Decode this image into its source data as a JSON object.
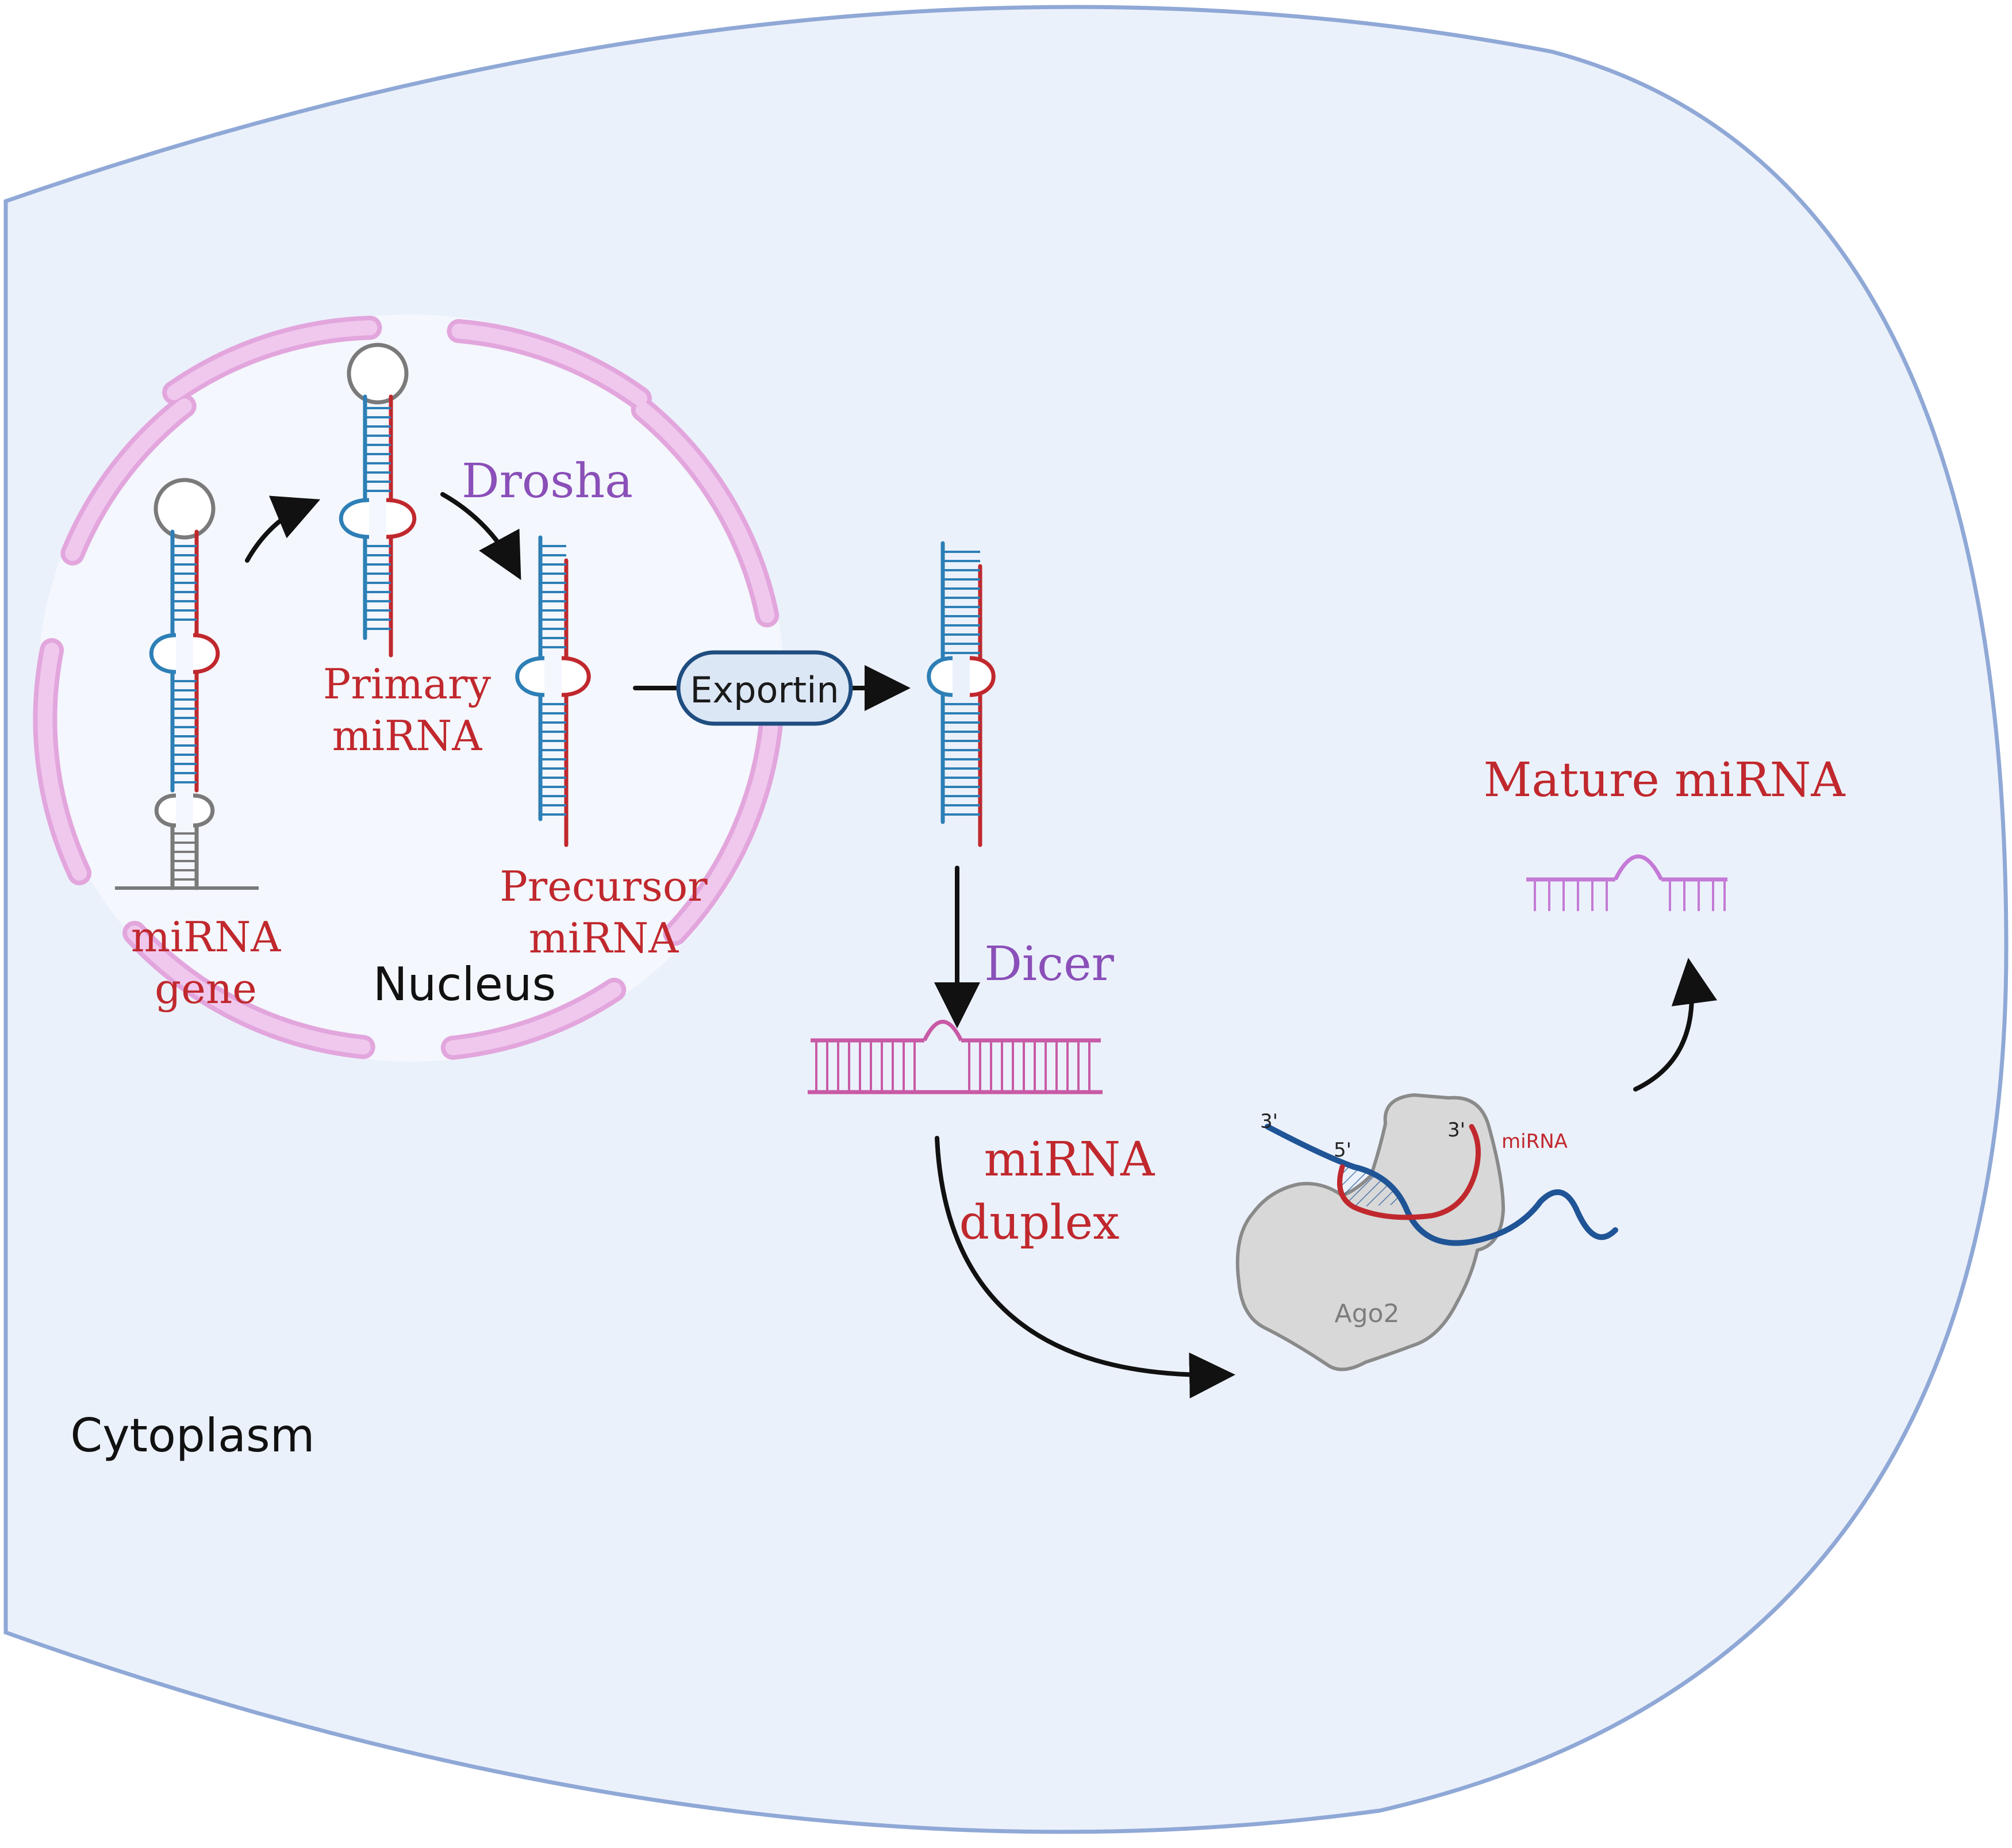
{
  "labels": {
    "mirna_gene_line1": "miRNA",
    "mirna_gene_line2": "gene",
    "primary_line1": "Primary",
    "primary_line2": "miRNA",
    "drosha": "Drosha",
    "precursor_line1": "Precursor",
    "precursor_line2": "miRNA",
    "nucleus": "Nucleus",
    "exportin": "Exportin",
    "dicer": "Dicer",
    "duplex_line1": "miRNA",
    "duplex_line2": "duplex",
    "mature": "Mature miRNA",
    "cytoplasm": "Cytoplasm",
    "ago2": "Ago2",
    "ago_mirna": "miRNA",
    "prime3_left": "3'",
    "prime5": "5'",
    "prime3_right": "3'"
  },
  "colors": {
    "cell_fill": "#ebf1fb",
    "cell_border": "#8fa8d6",
    "nucleus_fill": "#f4f7fd",
    "envelope": "#f0c8ee",
    "envelope_border": "#e2a6dd",
    "strand_blue": "#2d7fb6",
    "strand_red": "#c0282d",
    "strand_gray": "#7a7a7a",
    "duplex_pink": "#c85aa6",
    "mature_pink": "#c47ad6",
    "exportin_fill": "#dce7f6",
    "exportin_border": "#1f4d80",
    "ago_fill": "#d8d8d8",
    "ago_border": "#8a8a8a",
    "mrna_blue": "#1f5496",
    "arrow": "#111111"
  }
}
